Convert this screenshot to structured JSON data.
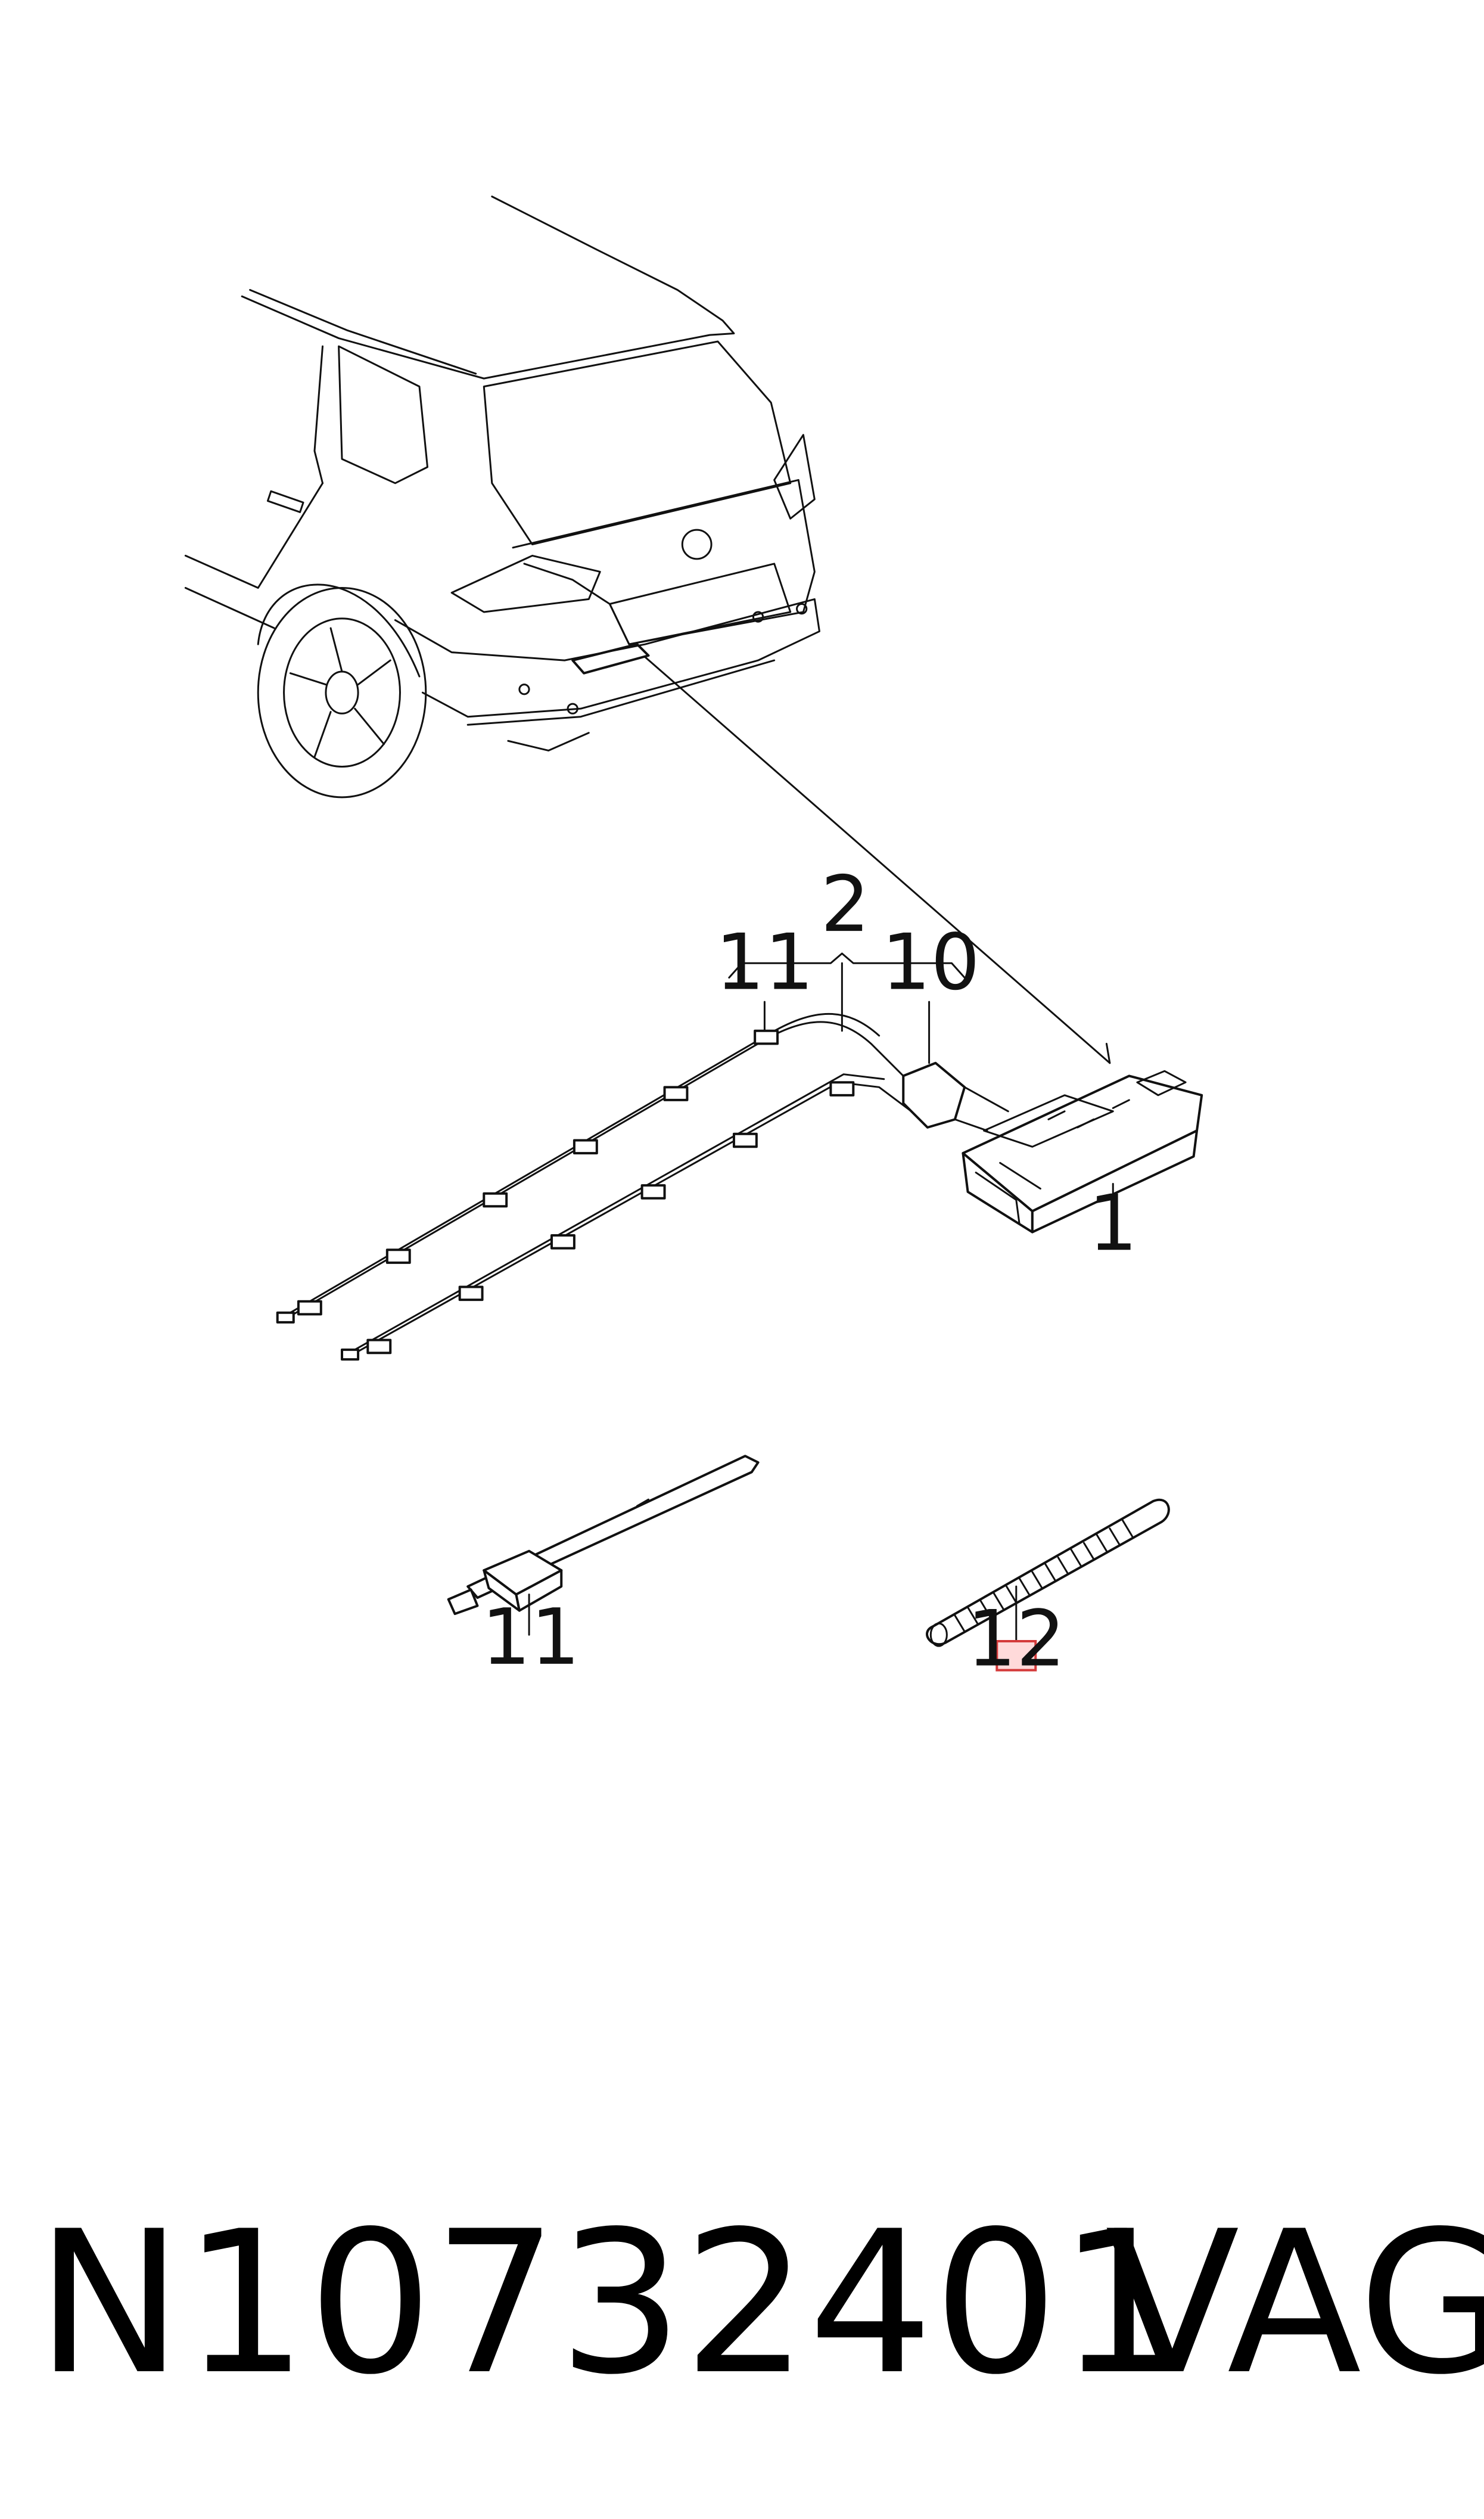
{
  "callouts": {
    "c1": "1",
    "c2": "2",
    "c10": "10",
    "c11_top": "11",
    "c11_bottom": "11",
    "c12": "12"
  },
  "footer": {
    "part_number": "N10732401",
    "brand": "VAG"
  },
  "colors": {
    "line": "#111111",
    "highlight_fill": "#ffdada",
    "highlight_border": "#d43a3a"
  }
}
